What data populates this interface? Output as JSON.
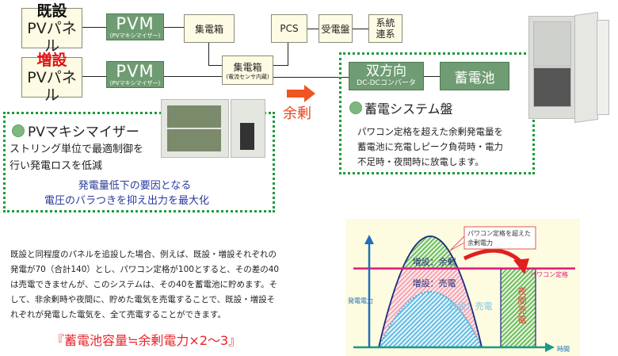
{
  "diagram": {
    "existing_panel": {
      "line1": "既設",
      "line2": "PVパネル"
    },
    "added_panel": {
      "line1": "増設",
      "line2": "PVパネル"
    },
    "pvm_top": {
      "title": "PVM",
      "sub": "(PVマキシマイザー)"
    },
    "pvm_bottom": {
      "title": "PVM",
      "sub": "(PVマキシマイザー)"
    },
    "junction_box_1": {
      "label": "集電箱"
    },
    "junction_box_2": {
      "label": "集電箱",
      "sub": "(電流センサ内蔵)"
    },
    "pcs": {
      "label": "PCS"
    },
    "receiving_panel": {
      "label": "受電盤"
    },
    "grid": {
      "line1": "系統",
      "line2": "連系"
    },
    "dcdc": {
      "title": "双方向",
      "sub": "DC-DCコンバータ"
    },
    "battery": {
      "label": "蓄電池"
    },
    "surplus_label": "余剰"
  },
  "pvm_panel": {
    "title": "PVマキシマイザー",
    "desc_lines": [
      "ストリング単位で最適制御を",
      "行い発電ロスを低減"
    ],
    "note_lines": [
      "発電量低下の要因となる",
      "電圧のバラつきを抑え出力を最大化"
    ]
  },
  "storage_panel": {
    "title": "蓄電システム盤",
    "desc_lines": [
      "パワコン定格を超えた余剰発電量を",
      "蓄電池に充電しピーク負荷時・電力",
      "不足時・夜間時に放電します。"
    ]
  },
  "explanation": {
    "lines": [
      "既設と同程度のパネルを追設した場合、例えば、既設・増設それぞれの",
      "発電が70（合計140）とし、パワコン定格が100とすると、その差の40",
      "は売電できませんが、このシステムは、その40を蓄電池に貯めます。そ",
      "して、非余剰時や夜間に、貯めた電気を売電することで、既設・増設そ",
      "れぞれが発電した電気を、全て売電することができます。"
    ],
    "formula": "『蓄電池容量≒余剰電力×2〜3』"
  },
  "chart_data": {
    "type": "area",
    "title": "",
    "xlabel": "時間",
    "ylabel": "発電電力",
    "annotations": [
      "パワコン定格を超えた余剰電力",
      "パワコン定格"
    ],
    "regions": [
      {
        "name": "増設：余剰",
        "color": "#5bb54a"
      },
      {
        "name": "増設：売電",
        "color": "#f29aa8"
      },
      {
        "name": "既設：売電",
        "color": "#4fb3e0"
      },
      {
        "name": "夜間売電",
        "color": "#5bb54a"
      }
    ],
    "series": [
      {
        "name": "total_generation",
        "x": [
          0,
          0.1,
          0.2,
          0.3,
          0.4,
          0.5,
          0.6,
          0.7,
          0.8,
          0.9,
          1.0
        ],
        "values": [
          0,
          0.36,
          0.64,
          0.84,
          0.96,
          1.0,
          0.96,
          0.84,
          0.64,
          0.36,
          0
        ]
      },
      {
        "name": "existing_generation",
        "x": [
          0,
          0.1,
          0.2,
          0.3,
          0.4,
          0.5,
          0.6,
          0.7,
          0.8,
          0.9,
          1.0
        ],
        "values": [
          0,
          0.18,
          0.32,
          0.42,
          0.48,
          0.5,
          0.48,
          0.42,
          0.32,
          0.18,
          0
        ]
      }
    ],
    "rated_capacity": 0.71,
    "night_discharge_level": 0.71,
    "colors": {
      "rated_line": "#e0187a",
      "axis": "#1a9a8a",
      "y_axis": "#1e6fb8",
      "outline": "#1a2a80",
      "arrow": "#e02020",
      "bg": "#fdfbe0"
    }
  }
}
